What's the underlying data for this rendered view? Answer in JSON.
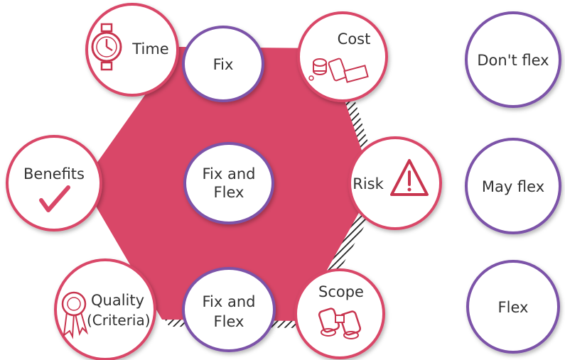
{
  "hexagon": {
    "color": "#d94768",
    "shadow_color": "#2a2a2a"
  },
  "colors": {
    "red_ring": "#d94768",
    "purple_ring": "#7b52a8"
  },
  "nodes": {
    "time": {
      "label": "Time",
      "icon": "stopwatch-icon"
    },
    "fix": {
      "label": "Fix"
    },
    "cost": {
      "label": "Cost",
      "icon": "coins-and-banknotes-icon"
    },
    "benefits": {
      "label": "Benefits",
      "icon": "checkmark-icon"
    },
    "center": {
      "line1": "Fix and",
      "line2": "Flex"
    },
    "risk": {
      "label": "Risk",
      "icon": "warning-triangle-icon"
    },
    "quality": {
      "line1": "Quality",
      "line2": "(Criteria)",
      "icon": "rosette-ribbon-icon"
    },
    "bottom": {
      "line1": "Fix and",
      "line2": "Flex"
    },
    "scope": {
      "label": "Scope",
      "icon": "binoculars-icon"
    }
  },
  "legend": {
    "dont_flex": "Don't flex",
    "may_flex": "May flex",
    "flex": "Flex"
  }
}
